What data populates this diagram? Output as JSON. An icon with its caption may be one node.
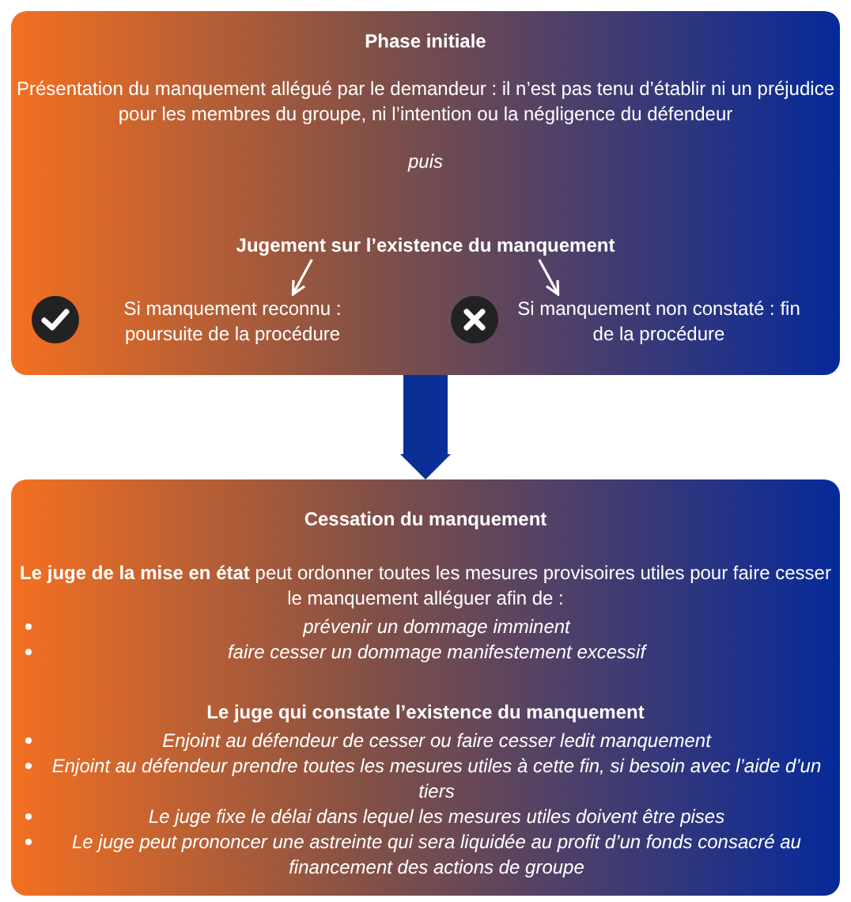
{
  "diagram": {
    "nodes": [
      {
        "text": [
          "Phase initiale",
          "Présentation du manquement allégué par le demandeur : il n’est pas tenu d’établir ni un préjudice pour les membres du groupe, ni l’intention ou la négligence du défendeur",
          "puis"
        ]
      },
      {
        "text": [
          "Jugement sur l’existence du manquement"
        ],
        "in": 0
      },
      {
        "text": [
          "Si manquement reconnu : poursuite de la procédure"
        ],
        "in": 0
      },
      {
        "text": [
          "Si manquement non constaté : fin de la procédure"
        ],
        "in": 0
      },
      {
        "text": [
          "Cessation du manquement",
          "**Le juge de la mise en état** peut ordonner toutes les mesures provisoires utiles pour faire cesser le manquement alléguer afin de :",
          "prévenir un dommage imminent",
          "faire cesser un dommage manifestement excessif",
          "Le juge qui constate l’existence du manquement",
          "Enjoint au défendeur de cesser ou faire cesser ledit manquement",
          "Enjoint au défendeur prendre toutes les mesures utiles à cette fin, si besoin avec l’aide d’un tiers",
          "Le juge fixe le délai dans lequel les mesures utiles doivent être pises",
          "Le juge peut prononcer une astreinte qui sera liquidée au profit d’un fonds consacré au financement des actions de groupe"
        ]
      }
    ],
    "edges": [
      {
        "from": 1,
        "to": 2,
        "arrow": "to"
      },
      {
        "from": 1,
        "to": 3,
        "arrow": "to"
      },
      {
        "from": 0,
        "to": 4,
        "arrow": "to",
        "style": "thick",
        "color": "#0a2f96"
      }
    ]
  }
}
